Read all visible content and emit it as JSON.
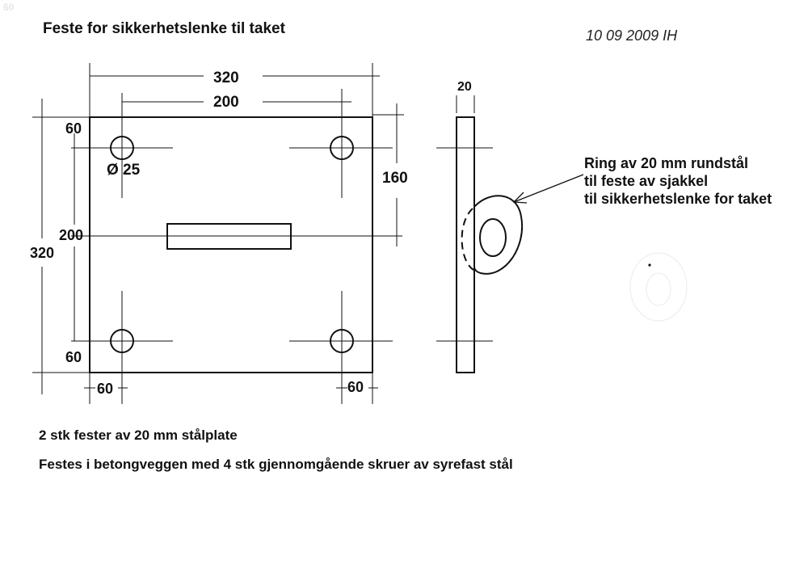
{
  "page": {
    "corner_mark": "60",
    "title": "Feste for sikkerhetslenke til taket",
    "date": "10 09 2009 IH"
  },
  "dimensions": {
    "top_outer": "320",
    "top_inner": "200",
    "left_outer": "320",
    "left_inner": "200",
    "top_left": "60",
    "bottom_left": "60",
    "bottom_corner_left": "60",
    "bottom_corner_right": "60",
    "hole_diameter": "Ø 25",
    "right_height": "160",
    "side_thickness": "20"
  },
  "callout": {
    "line1": "Ring av 20 mm rundstål",
    "line2": "til feste av sjakkel",
    "line3": "til sikkerhetslenke for taket"
  },
  "notes": {
    "line1": "2 stk fester av 20 mm stålplate",
    "line2": "Festes i betongveggen med 4 stk gjennomgående skruer av syrefast stål"
  },
  "colors": {
    "ink": "#111111",
    "background": "#ffffff"
  }
}
